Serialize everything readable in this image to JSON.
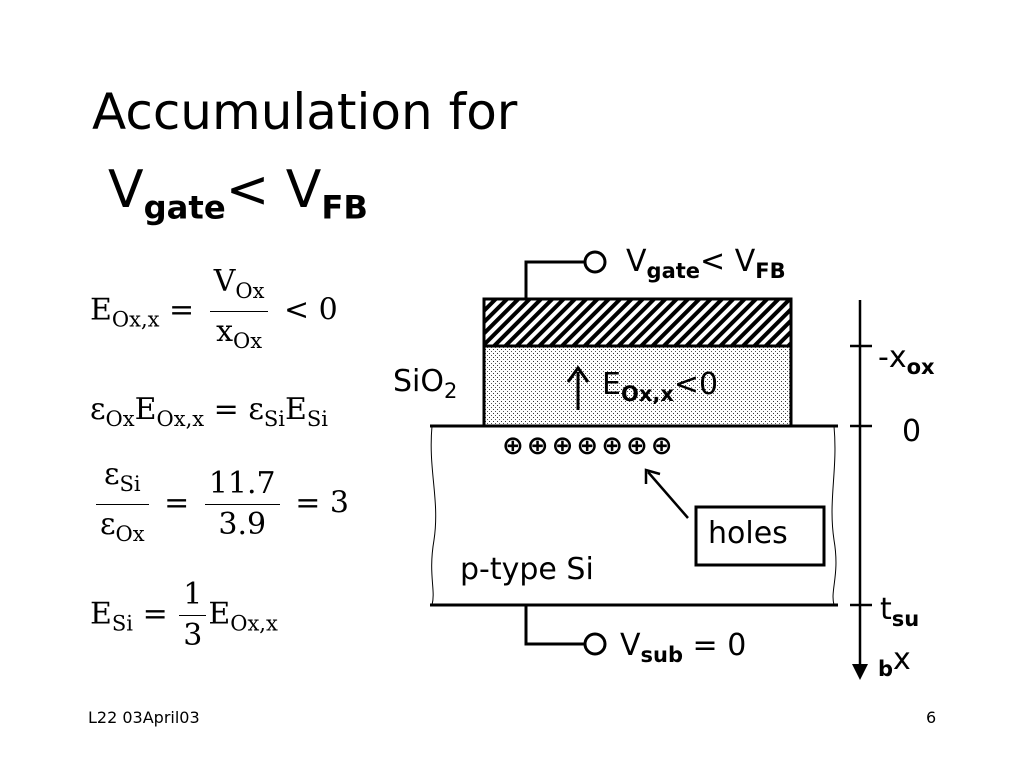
{
  "title": {
    "line1": "Accumulation for",
    "v_main": "V",
    "v_main_sub": "gate",
    "lt": "< V",
    "v_ref_sub": "FB"
  },
  "equations": {
    "eq1": {
      "lhs_main": "E",
      "lhs_sub": "Ox,x",
      "eq": "=",
      "num_main": "V",
      "num_sub": "Ox",
      "den_main": "x",
      "den_sub": "Ox",
      "rhs": "< 0"
    },
    "eq2": {
      "a_main": "ε",
      "a_sub": "Ox",
      "b_main": "E",
      "b_sub": "Ox,x",
      "eq": "=",
      "c_main": "ε",
      "c_sub": "Si",
      "d_main": "E",
      "d_sub": "Si"
    },
    "eq3": {
      "num_main": "ε",
      "num_sub": "Si",
      "den_main": "ε",
      "den_sub": "Ox",
      "eq1": "=",
      "num2": "11.7",
      "den2": "3.9",
      "eq2": "=",
      "rhs": "3"
    },
    "eq4": {
      "lhs_main": "E",
      "lhs_sub": "Si",
      "eq": "=",
      "num": "1",
      "den": "3",
      "rhs_main": "E",
      "rhs_sub": "Ox,x"
    }
  },
  "diagram": {
    "gate_label_main": "V",
    "gate_label_sub": "gate",
    "gate_label_lt": "< V",
    "gate_label_ref_sub": "FB",
    "oxide_label_main": "SiO",
    "oxide_label_sub": "2",
    "field_label_main": "E",
    "field_label_sub": "Ox,x",
    "field_label_rhs": "<0",
    "holes_symbols": [
      "⊕",
      "⊕",
      "⊕",
      "⊕",
      "⊕",
      "⊕",
      "⊕"
    ],
    "holes_label": "holes",
    "substrate_label": "p-type Si",
    "sub_label_main": "V",
    "sub_label_sub": "sub",
    "sub_label_rhs": " = 0",
    "axis": {
      "neg_x_ox_main": "-x",
      "neg_x_ox_sub": "ox",
      "zero": "0",
      "t_sub_main": "t",
      "t_sub_sub1": "su",
      "t_sub_sub2": "b",
      "x_label": "x"
    }
  },
  "footer": {
    "left": "L22 03April03",
    "right": "6"
  }
}
